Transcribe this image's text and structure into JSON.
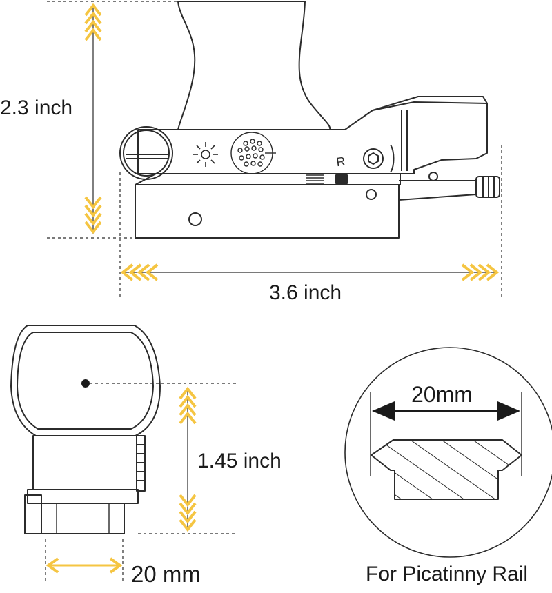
{
  "dimensions": {
    "height": "2.3 inch",
    "length": "3.6 inch",
    "center_height": "1.45 inch",
    "base_width": "20 mm",
    "rail_width": "20mm"
  },
  "caption": "For Picatinny Rail",
  "adjustment_marks": {
    "windage": "R"
  },
  "colors": {
    "line": "#2b2b2b",
    "arrow": "#f5c542",
    "text": "#1a1a1a",
    "background": "#ffffff"
  }
}
